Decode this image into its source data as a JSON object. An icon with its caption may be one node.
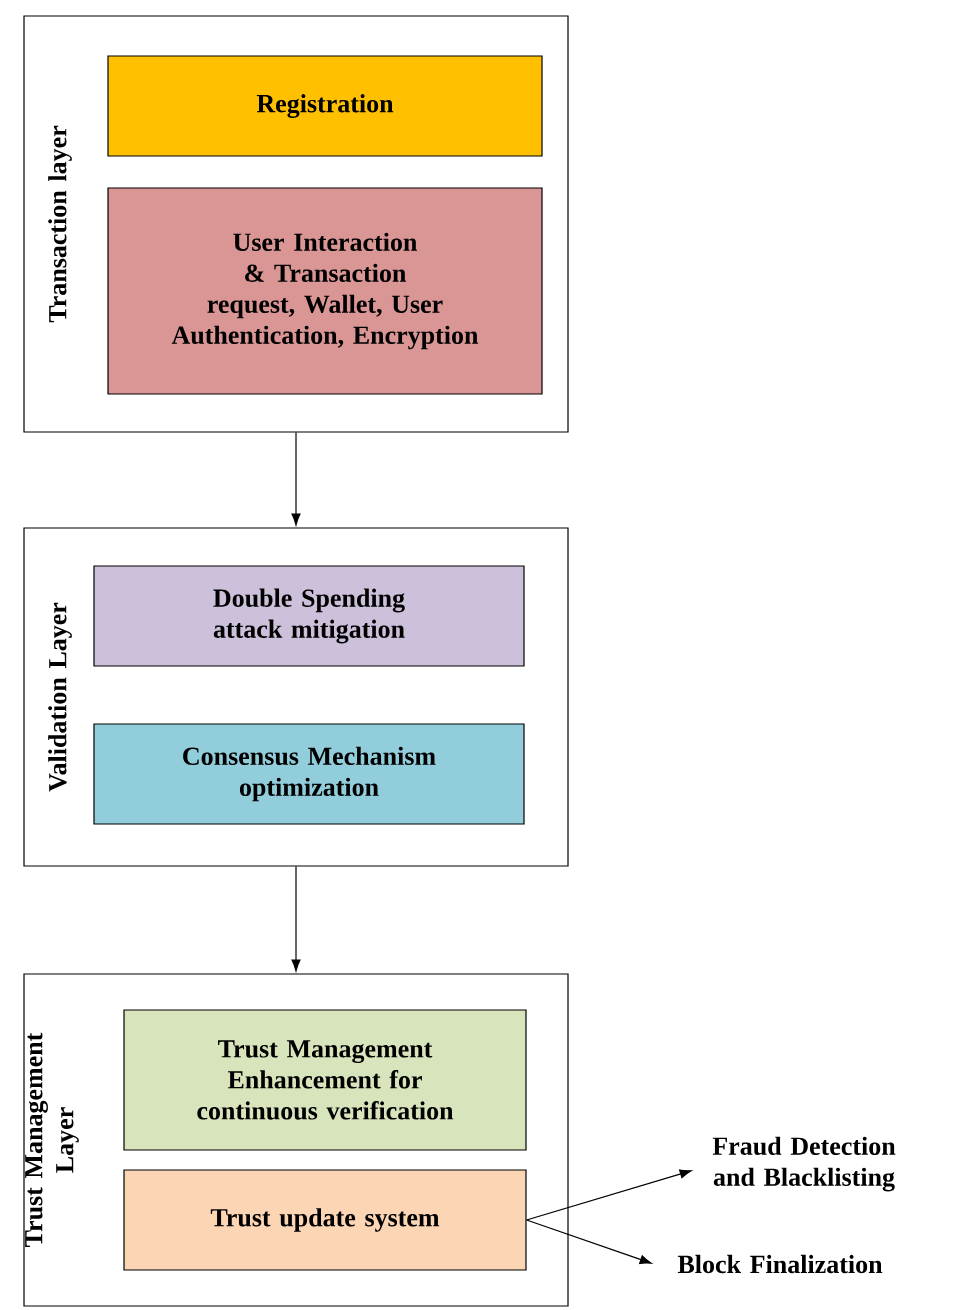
{
  "diagram": {
    "nodes": [
      {
        "text": [
          "Transaction layer"
        ]
      },
      {
        "text": [
          "Registration"
        ],
        "in": 0
      },
      {
        "text": [
          "User Interaction & Transaction request, Wallet, User Authentication, Encryption"
        ],
        "in": 0
      },
      {
        "text": [
          "Validation Layer"
        ]
      },
      {
        "text": [
          "Double Spending attack mitigation"
        ],
        "in": 3
      },
      {
        "text": [
          "Consensus Mechanism optimization"
        ],
        "in": 3
      },
      {
        "text": [
          "Trust Management Layer"
        ]
      },
      {
        "text": [
          "Trust Management Enhancement for continuous verification"
        ],
        "in": 6
      },
      {
        "text": [
          "Trust update system"
        ],
        "in": 6
      },
      {
        "text": [
          "Fraud Detection and Blacklisting"
        ]
      },
      {
        "text": [
          "Block Finalization"
        ]
      }
    ],
    "edges": [
      {
        "from": 0,
        "to": 3,
        "arrow": "to"
      },
      {
        "from": 3,
        "to": 6,
        "arrow": "to"
      },
      {
        "from": 8,
        "to": 9,
        "arrow": "to"
      },
      {
        "from": 8,
        "to": 10,
        "arrow": "to"
      }
    ]
  }
}
